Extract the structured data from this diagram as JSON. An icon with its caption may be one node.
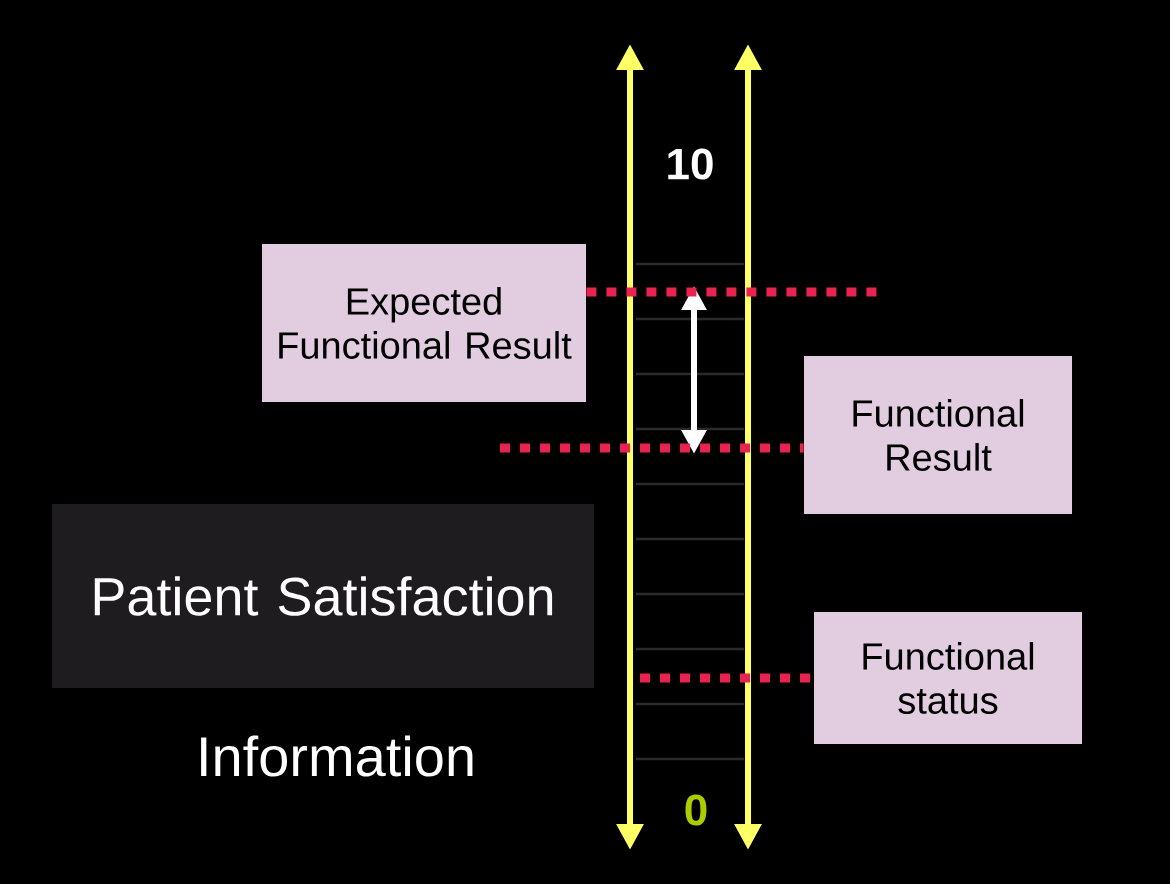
{
  "diagram": {
    "nodes": [
      {
        "text": [
          "Expected Functional Result"
        ]
      },
      {
        "text": [
          "Functional Result"
        ]
      },
      {
        "text": [
          "Patient Satisfaction"
        ]
      },
      {
        "text": [
          "Functional status"
        ]
      }
    ],
    "edges": [
      {
        "from": 0,
        "to": null,
        "arrow": "none",
        "style": "dashed"
      },
      {
        "from": null,
        "to": 1,
        "arrow": "none",
        "style": "dashed"
      },
      {
        "from": null,
        "to": 3,
        "arrow": "none",
        "style": "dashed"
      }
    ],
    "labels": [
      "10",
      "0",
      "Information"
    ]
  }
}
